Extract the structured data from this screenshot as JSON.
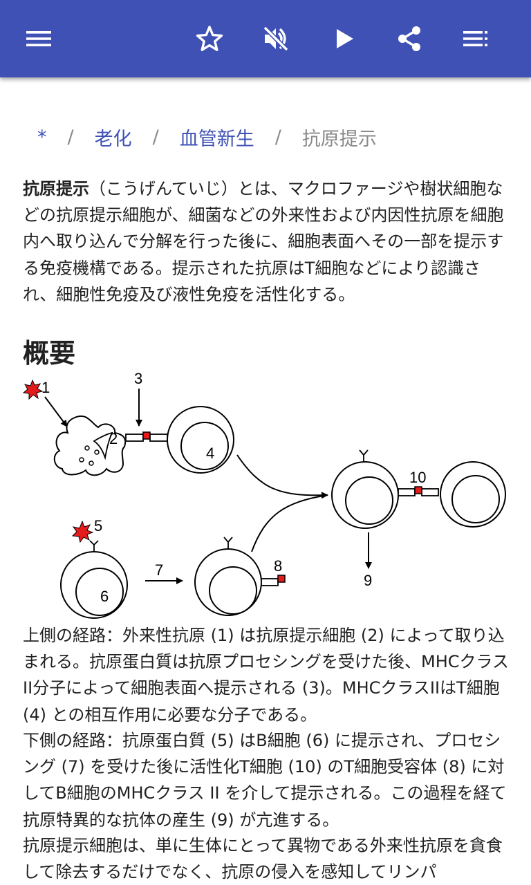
{
  "appbar": {
    "color": "#3f51b5",
    "icons": [
      "menu-icon",
      "star-outline-icon",
      "volume-off-icon",
      "play-icon",
      "share-icon",
      "playlist-icon"
    ]
  },
  "breadcrumb": {
    "items": [
      {
        "label": "*"
      },
      {
        "label": "老化"
      },
      {
        "label": "血管新生"
      },
      {
        "label": "抗原提示"
      }
    ],
    "separator": "/"
  },
  "intro": {
    "term": "抗原提示",
    "text": "（こうげんていじ）とは、マクロファージや樹状細胞などの抗原提示細胞が、細菌などの外来性および内因性抗原を細胞内へ取り込んで分解を行った後に、細胞表面へその一部を提示する免疫機構である。提示された抗原はT細胞などにより認識され、細胞性免疫及び液性免疫を活性化する。"
  },
  "section": {
    "title": "概要"
  },
  "diagram": {
    "labels": {
      "l1": "1",
      "l2": "2",
      "l3": "3",
      "l4": "4",
      "l5": "5",
      "l6": "6",
      "l7": "7",
      "l8": "8",
      "l9": "9",
      "l10": "10"
    },
    "antigen_color": "#e31b1b"
  },
  "caption": {
    "p1": "上側の経路：外来性抗原 (1) は抗原提示細胞 (2) によって取り込まれる。抗原蛋白質は抗原プロセシングを受けた後、MHCクラスII分子によって細胞表面へ提示される (3)。MHCクラスIIはT細胞 (4) との相互作用に必要な分子である。",
    "p2": "下側の経路：抗原蛋白質 (5) はB細胞 (6) に提示され、プロセシング (7) を受けた後に活性化T細胞 (10) のT細胞受容体 (8) に対してB細胞のMHCクラス II を介して提示される。この過程を経て抗原特異的な抗体の産生 (9) が亢進する。",
    "p3": "抗原提示細胞は、単に生体にとって異物である外来性抗原を貪食して除去するだけでなく、抗原の侵入を感知してリンパ"
  }
}
